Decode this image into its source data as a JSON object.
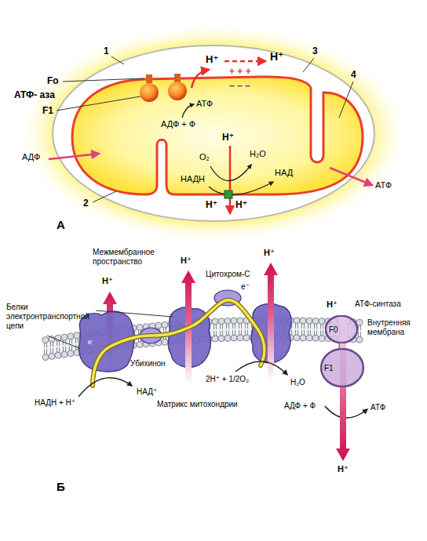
{
  "diagram": {
    "nodes": [
      {
        "text": [
          "F0"
        ]
      },
      {
        "text": [
          "F1"
        ]
      }
    ],
    "labels": [
      "1",
      "Fo",
      "АТФ- аза",
      "F1",
      "H⁺",
      "+ + +",
      "– – –",
      "H⁺",
      "3",
      "4",
      "АТФ",
      "АДФ + Ф",
      "АДФ",
      "H⁺",
      "O₂",
      "H₂O",
      "НАД",
      "НАДН",
      "АТФ",
      "2",
      "H⁺",
      "H⁺",
      "А",
      "Межмембранное пространство",
      "H⁺",
      "H⁺",
      "Цитохром-С",
      "e⁻",
      "H⁺",
      "H⁺",
      "АТФ-синтаза",
      "Белки электронтранспортной цепи",
      "Внутренняя мембрана",
      "e",
      "Убихинон",
      "2H⁺ + 1/2O₂",
      "H₂O",
      "НАДН + H⁺",
      "НАД⁺",
      "Матрикс митохондрии",
      "АДФ + Ф",
      "АТФ",
      "H⁺",
      "Б"
    ]
  }
}
